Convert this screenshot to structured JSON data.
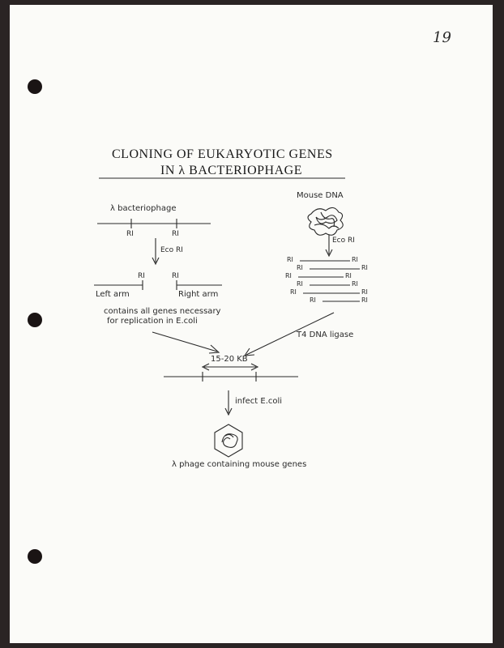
{
  "page": {
    "number": "19"
  },
  "title": {
    "line1": "CLONING OF EUKARYOTIC GENES",
    "line2": "IN λ BACTERIOPHAGE"
  },
  "phage": {
    "label": "λ bacteriophage",
    "site_label": "RI",
    "enzyme_label": "Eco RI",
    "left_arm": "Left arm",
    "right_arm": "Right arm",
    "note_line1": "contains all genes necessary",
    "note_line2": "for replication in E.coli"
  },
  "mouse": {
    "label": "Mouse DNA",
    "enzyme_label": "Eco RI",
    "fragment_site_label": "RI",
    "fragment_count": 6,
    "ligase_label": "T4 DNA ligase"
  },
  "recombinant": {
    "size_label": "15-20 KB"
  },
  "infection": {
    "step_label": "infect E.coli",
    "result_label": "λ phage containing mouse genes"
  }
}
